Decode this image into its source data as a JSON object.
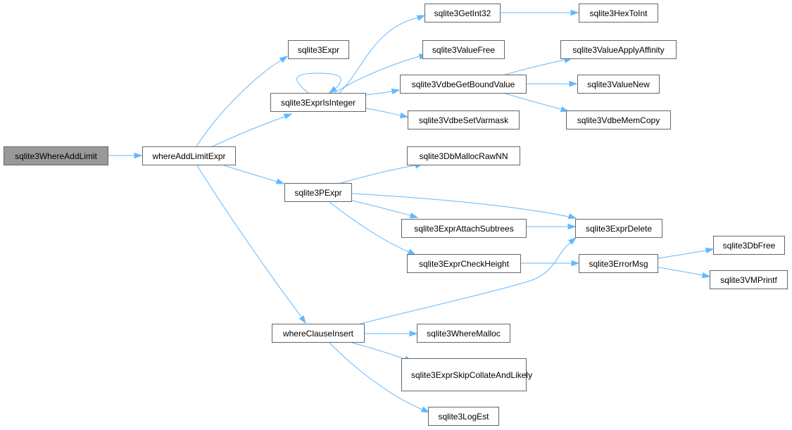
{
  "diagram": {
    "nodes": [
      {
        "id": "n0",
        "label": "sqlite3WhereAddLimit",
        "root": true
      },
      {
        "id": "n1",
        "label": "whereAddLimitExpr"
      },
      {
        "id": "n2",
        "label": "sqlite3Expr"
      },
      {
        "id": "n3",
        "label": "sqlite3ExprIsInteger"
      },
      {
        "id": "n4",
        "label": "sqlite3GetInt32"
      },
      {
        "id": "n5",
        "label": "sqlite3HexToInt"
      },
      {
        "id": "n6",
        "label": "sqlite3ValueFree"
      },
      {
        "id": "n7",
        "label": "sqlite3VdbeGetBoundValue"
      },
      {
        "id": "n8",
        "label": "sqlite3ValueApplyAffinity"
      },
      {
        "id": "n9",
        "label": "sqlite3ValueNew"
      },
      {
        "id": "n10",
        "label": "sqlite3VdbeMemCopy"
      },
      {
        "id": "n11",
        "label": "sqlite3VdbeSetVarmask"
      },
      {
        "id": "n12",
        "label": "sqlite3PExpr"
      },
      {
        "id": "n13",
        "label": "sqlite3DbMallocRawNN"
      },
      {
        "id": "n14",
        "label": "sqlite3ExprAttachSubtrees"
      },
      {
        "id": "n15",
        "label": "sqlite3ExprDelete"
      },
      {
        "id": "n16",
        "label": "sqlite3ExprCheckHeight"
      },
      {
        "id": "n17",
        "label": "sqlite3ErrorMsg"
      },
      {
        "id": "n18",
        "label": "sqlite3DbFree"
      },
      {
        "id": "n19",
        "label": "sqlite3VMPrintf"
      },
      {
        "id": "n20",
        "label": "whereClauseInsert"
      },
      {
        "id": "n21",
        "label": "sqlite3WhereMalloc"
      },
      {
        "id": "n22",
        "label": "sqlite3ExprSkipCollateAndLikely"
      },
      {
        "id": "n23",
        "label": "sqlite3LogEst"
      }
    ],
    "edges": [
      [
        "n0",
        "n1"
      ],
      [
        "n1",
        "n2"
      ],
      [
        "n1",
        "n3"
      ],
      [
        "n1",
        "n12"
      ],
      [
        "n1",
        "n20"
      ],
      [
        "n3",
        "n3"
      ],
      [
        "n3",
        "n4"
      ],
      [
        "n3",
        "n6"
      ],
      [
        "n3",
        "n7"
      ],
      [
        "n3",
        "n11"
      ],
      [
        "n4",
        "n5"
      ],
      [
        "n7",
        "n8"
      ],
      [
        "n7",
        "n9"
      ],
      [
        "n7",
        "n10"
      ],
      [
        "n12",
        "n13"
      ],
      [
        "n12",
        "n15"
      ],
      [
        "n12",
        "n14"
      ],
      [
        "n12",
        "n16"
      ],
      [
        "n14",
        "n15"
      ],
      [
        "n16",
        "n17"
      ],
      [
        "n17",
        "n18"
      ],
      [
        "n17",
        "n19"
      ],
      [
        "n20",
        "n15"
      ],
      [
        "n20",
        "n21"
      ],
      [
        "n20",
        "n22"
      ],
      [
        "n20",
        "n23"
      ]
    ],
    "colors": {
      "edge": "#63b8ff",
      "node_border": "#666666",
      "root_fill": "#999999",
      "node_fill": "#ffffff"
    }
  }
}
